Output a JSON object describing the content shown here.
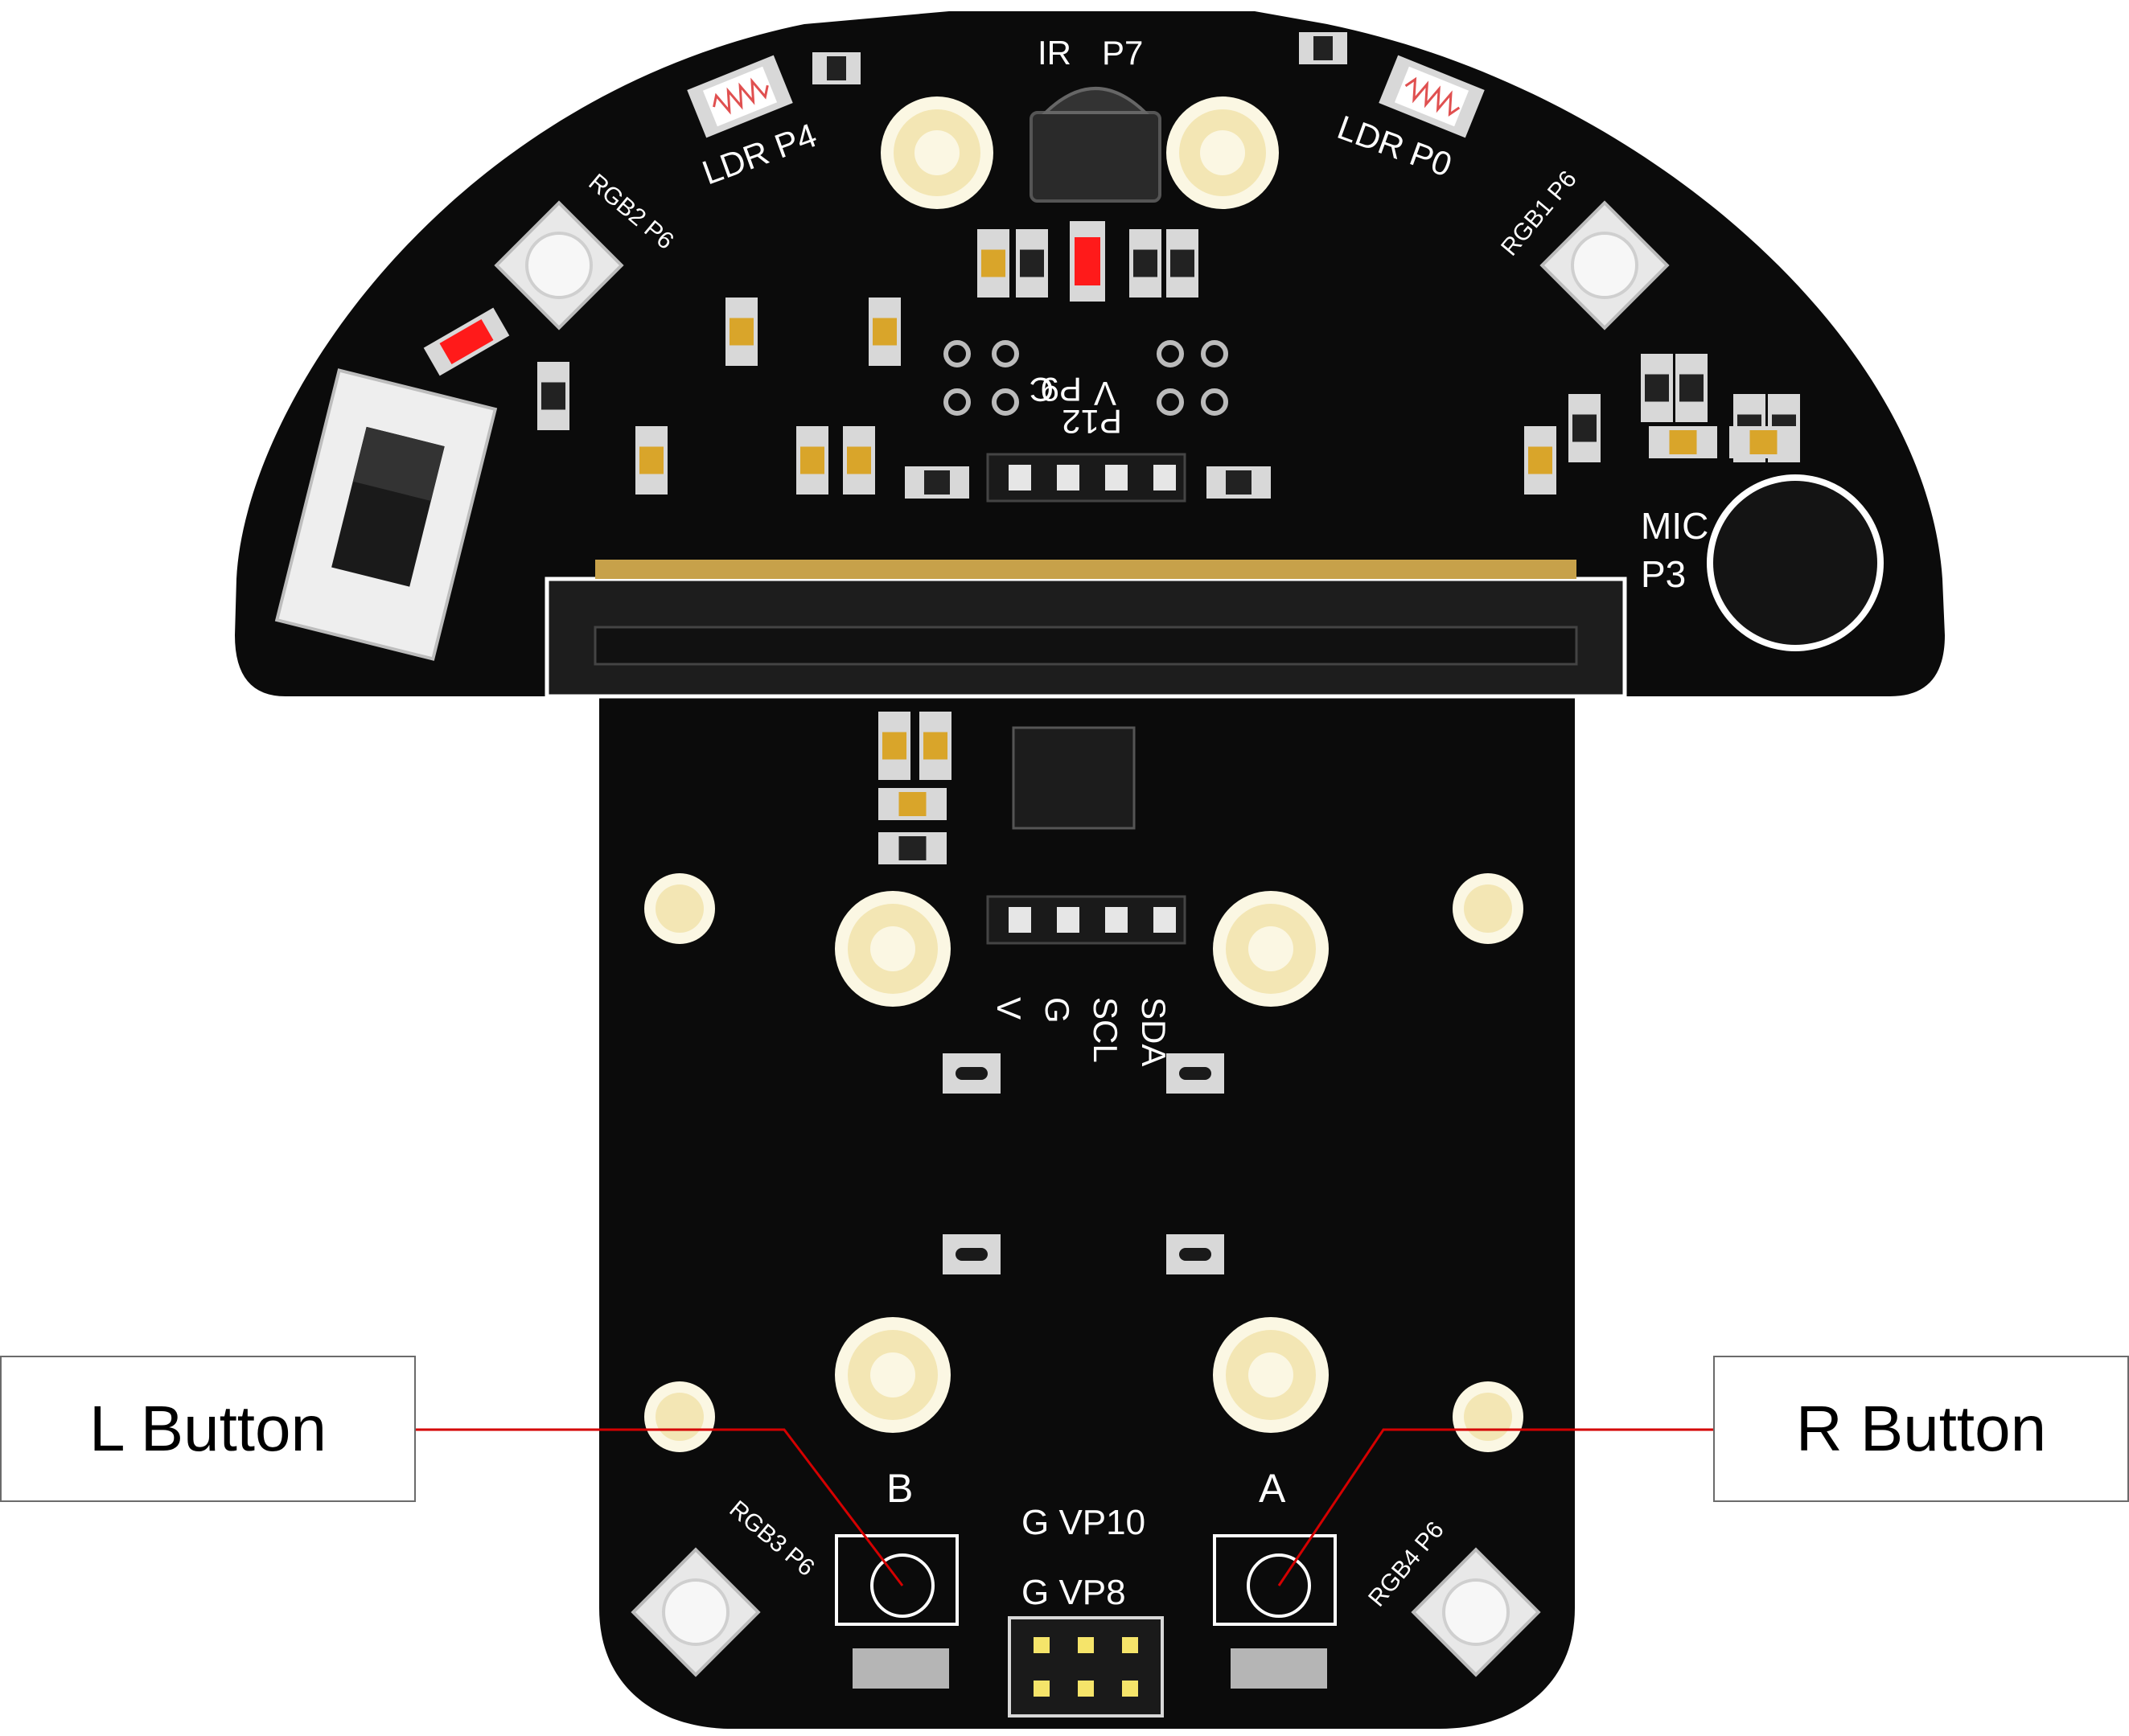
{
  "colors": {
    "pcb": "#0b0b0b",
    "silk": "#ffffff",
    "pad_gold": "#f3e6b4",
    "pad_ring": "#fbf7e3",
    "smd_body": "#d8d8d8",
    "smd_center": "#d9a52a",
    "led_red": "#ff1a1a",
    "callout_line": "#d40000"
  },
  "callouts": {
    "left": "L Button",
    "right": "R Button"
  },
  "silkscreen": {
    "ir": "IR",
    "p7": "P7",
    "ldr_left": "LDR P4",
    "ldr_right": "LDR P0",
    "rgb2": "RGB2 P6",
    "rgb1": "RGB1 P6",
    "rgb3": "RGB3 P6",
    "rgb4": "RGB4 P6",
    "mic": "MIC",
    "p3": "P3",
    "hdr_v": "V",
    "hdr_p12": "P12",
    "hdr_p9": "P9",
    "hdr_c": "C",
    "i2c_v": "V",
    "i2c_g": "G",
    "i2c_scl": "SCL",
    "i2c_sda": "SDA",
    "btn_b": "B",
    "btn_a": "A",
    "gvp10": "G VP10",
    "gvp8": "G VP8"
  }
}
